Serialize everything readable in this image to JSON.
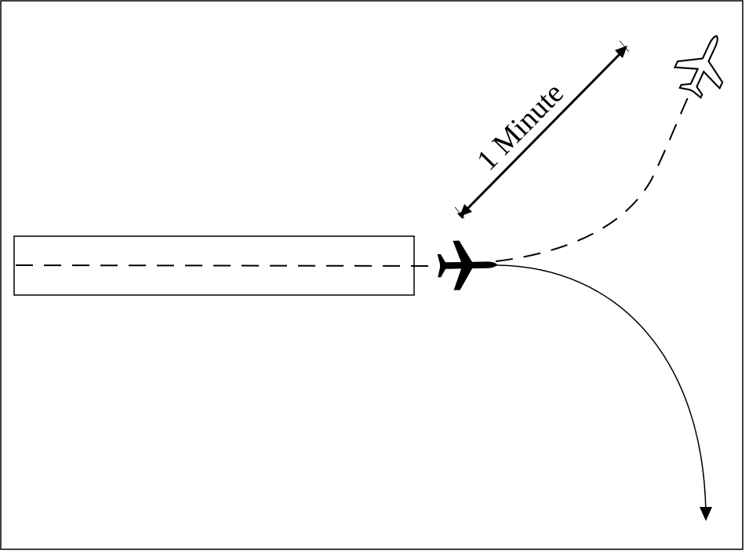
{
  "diagram": {
    "distance_label": "1 Minute",
    "colors": {
      "line": "#000000",
      "background": "#ffffff"
    },
    "elements": [
      "runway",
      "departing-aircraft",
      "climbing-aircraft",
      "straight-out-departure-path",
      "turning-departure-path",
      "distance-arrow"
    ]
  }
}
